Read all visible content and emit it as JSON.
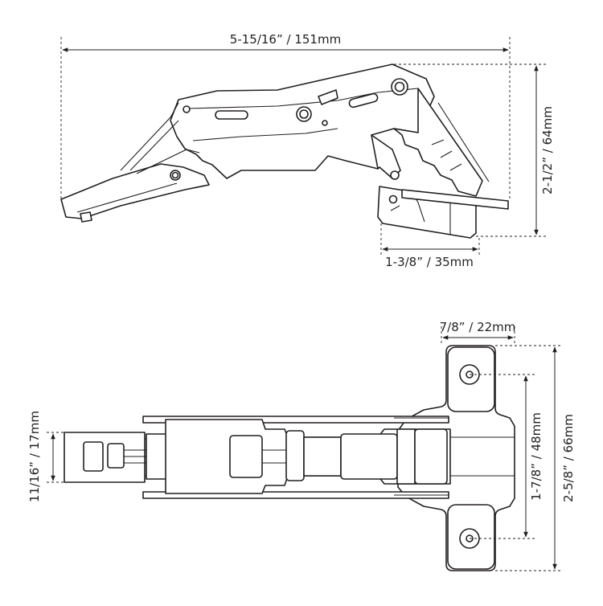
{
  "dimensions": {
    "overall_length": "5-15/16” / 151mm",
    "side_height": "2-1/2” / 64mm",
    "cup_diameter": "1-3/8” / 35mm",
    "plate_width": "7/8” / 22mm",
    "hole_spacing": "1-7/8” / 48mm",
    "plate_height": "2-5/8” / 66mm",
    "arm_width": "11/16” / 17mm"
  },
  "colors": {
    "line": "#231f20",
    "background": "#ffffff"
  }
}
